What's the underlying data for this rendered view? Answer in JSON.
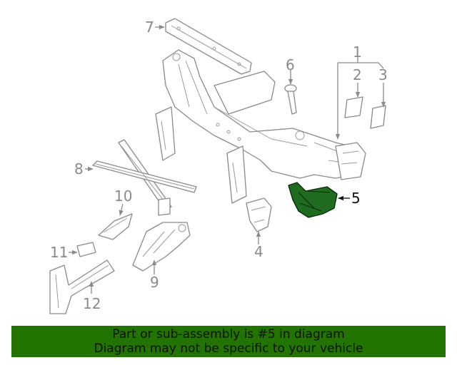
{
  "callouts": {
    "c1": "1",
    "c2": "2",
    "c3": "3",
    "c4": "4",
    "c5": "5",
    "c6": "6",
    "c7": "7",
    "c8": "8",
    "c9": "9",
    "c10": "10",
    "c11": "11",
    "c12": "12"
  },
  "highlight_part": "5",
  "colors": {
    "highlight": "#1f6b1f",
    "banner": "#227300",
    "lines": "#8a8a8a"
  },
  "banner": {
    "line1": "Part or sub-assembly is #5 in diagram",
    "line2": "Diagram may not be specific to your vehicle"
  }
}
